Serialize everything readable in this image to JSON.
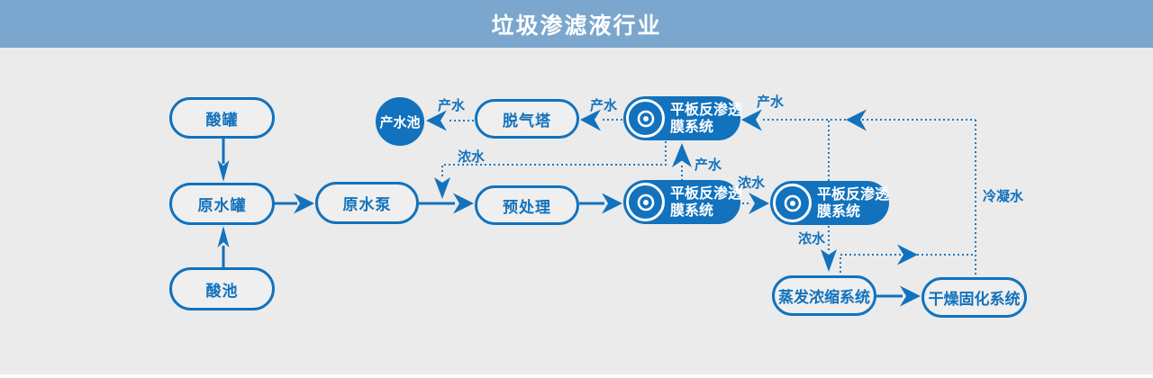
{
  "header": {
    "title": "垃圾渗滤液行业"
  },
  "colors": {
    "primary_blue": "#1272bd",
    "header_bg": "#7ba6ce",
    "canvas_bg": "#ebebeb",
    "node_text_on_blue": "#ffffff"
  },
  "nodes": {
    "acid_tank": {
      "label": "酸罐"
    },
    "raw_water_tank": {
      "label": "原水罐"
    },
    "acid_pool": {
      "label": "酸池"
    },
    "raw_water_pump": {
      "label": "原水泵"
    },
    "pretreatment": {
      "label": "预处理"
    },
    "degassing_tower": {
      "label": "脱气塔"
    },
    "product_water_pool": {
      "label": "产水池"
    },
    "ro_system_top": {
      "line1": "平板反渗透",
      "line2": "膜系统",
      "icon": "disc-target-icon"
    },
    "ro_system_mid": {
      "line1": "平板反渗透",
      "line2": "膜系统",
      "icon": "disc-target-icon"
    },
    "ro_system_right": {
      "line1": "平板反渗透",
      "line2": "膜系统",
      "icon": "disc-target-icon"
    },
    "evaporation_system": {
      "label": "蒸发浓缩系统"
    },
    "drying_system": {
      "label": "干燥固化系统"
    }
  },
  "flow_labels": {
    "product_water_1": "产水",
    "product_water_2": "产水",
    "product_water_3": "产水",
    "product_water_4": "产水",
    "concentrate_1": "浓水",
    "concentrate_2": "浓水",
    "concentrate_3": "浓水",
    "condensate": "冷凝水"
  }
}
